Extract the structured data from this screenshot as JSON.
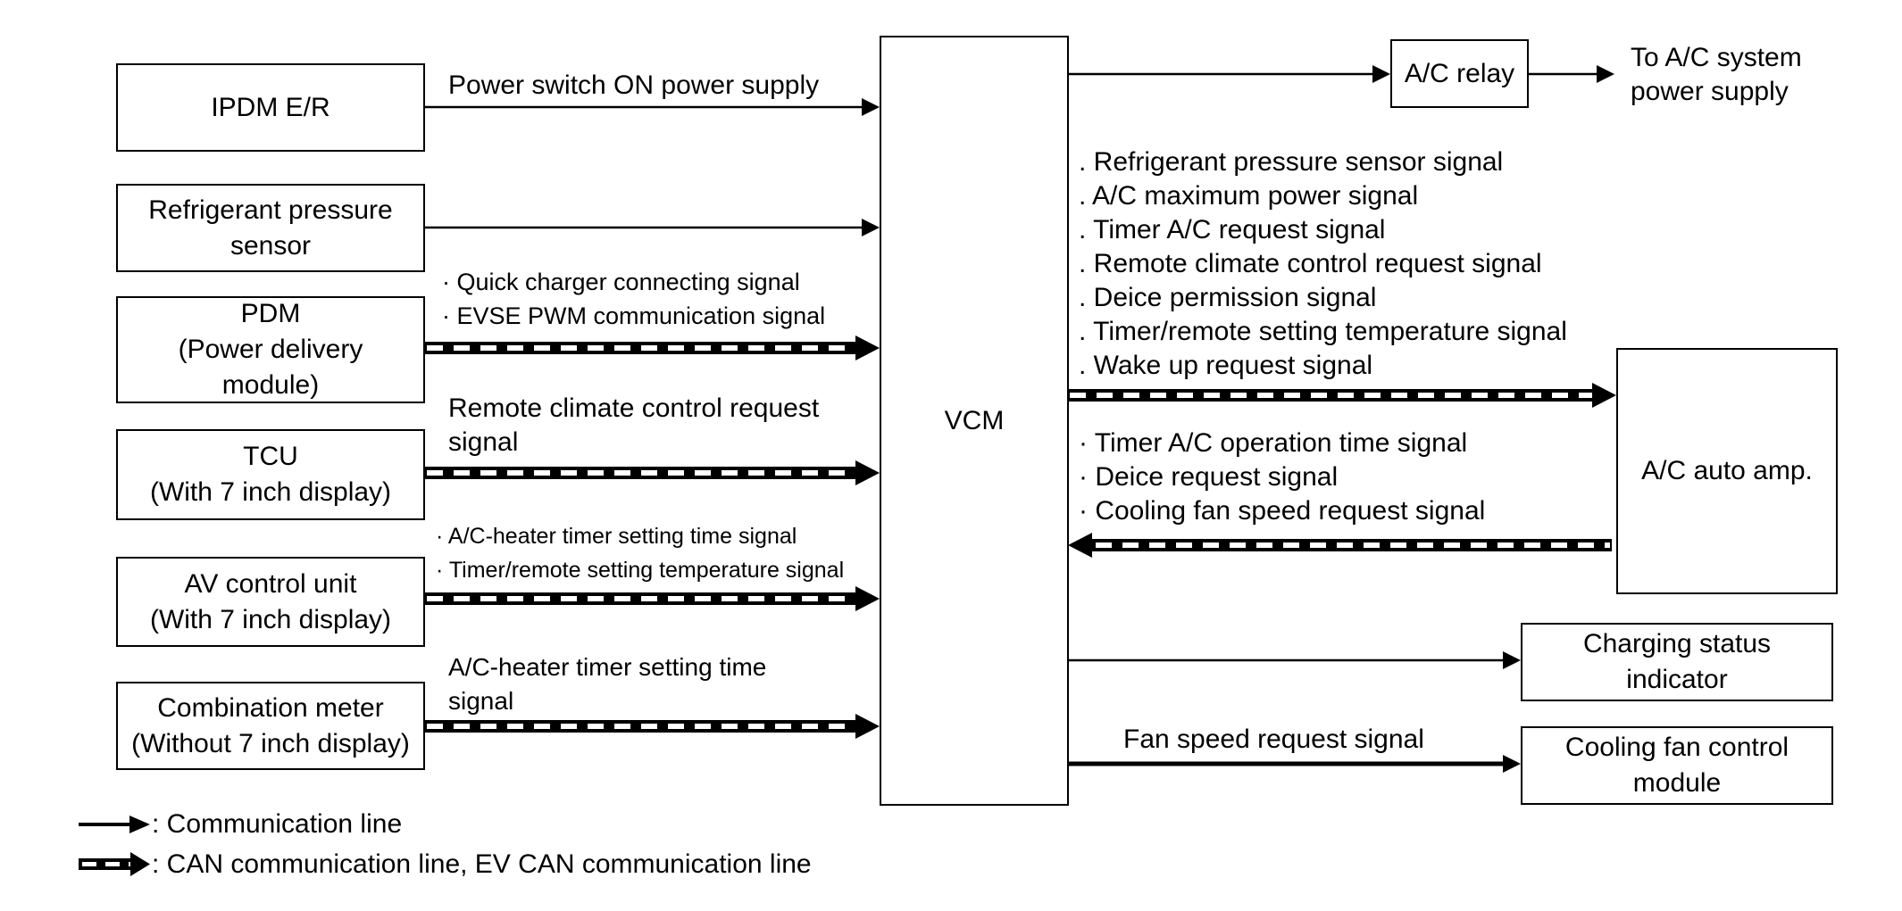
{
  "boxes": {
    "ipdm": "IPDM E/R",
    "refrigerant_sensor": "Refrigerant pressure\nsensor",
    "pdm": "PDM\n(Power delivery\nmodule)",
    "tcu": "TCU\n(With 7 inch display)",
    "av_control": "AV control unit\n(With 7 inch display)",
    "combination_meter": "Combination meter\n(Without 7 inch display)",
    "vcm": "VCM",
    "ac_relay": "A/C relay",
    "ac_auto_amp": "A/C auto amp.",
    "charging_indicator": "Charging status\nindicator",
    "cooling_fan_module": "Cooling fan control\nmodule"
  },
  "labels": {
    "power_switch": "Power switch ON power supply",
    "to_ac_system": "To A/C system\npower supply",
    "pdm_signals": [
      "· Quick charger connecting signal",
      "· EVSE PWM communication signal"
    ],
    "tcu_signal": "Remote climate control request\nsignal",
    "av_signals": [
      "· A/C-heater timer setting time signal",
      "· Timer/remote setting temperature signal"
    ],
    "meter_signal": "A/C-heater timer setting time\nsignal",
    "vcm_to_amp": [
      ". Refrigerant pressure sensor signal",
      ". A/C maximum power signal",
      ". Timer A/C request signal",
      ". Remote climate control request signal",
      ". Deice permission signal",
      ". Timer/remote setting temperature signal",
      ". Wake up request signal"
    ],
    "amp_to_vcm": [
      "· Timer A/C operation time signal",
      "· Deice request signal",
      "· Cooling fan speed request signal"
    ],
    "fan_speed": "Fan speed request signal"
  },
  "legend": {
    "communication": ": Communication line",
    "can": ": CAN communication line, EV CAN communication line"
  }
}
